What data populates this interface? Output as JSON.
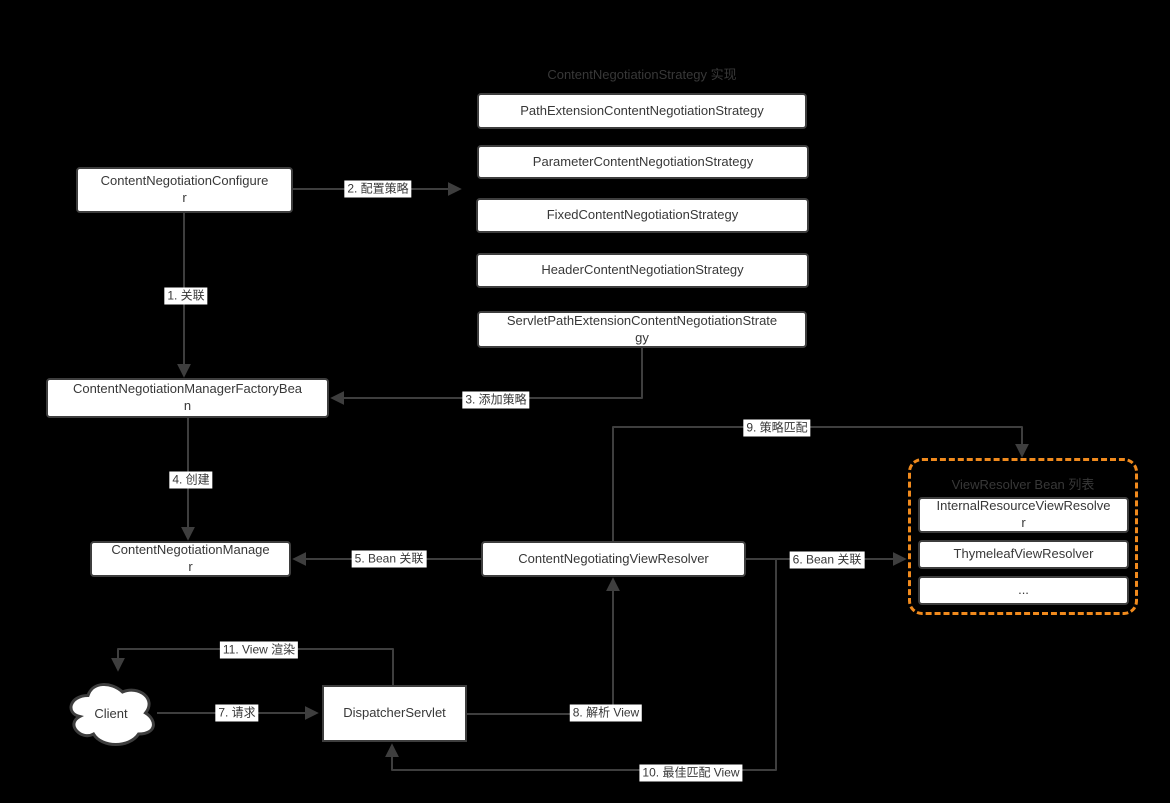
{
  "colors": {
    "background": "#000000",
    "line": "#3e3e3e",
    "node_fill": "#ffffff",
    "node_text": "#383838",
    "group_accent_orange": "#f08a1d"
  },
  "groups": {
    "strategies": {
      "title": "ContentNegotiationStrategy 实现"
    },
    "view_resolvers": {
      "title": "ViewResolver Bean 列表"
    }
  },
  "nodes": {
    "configurer": {
      "label": "ContentNegotiationConfigure\nr"
    },
    "strategy_path_extension": {
      "label": "PathExtensionContentNegotiationStrategy"
    },
    "strategy_parameter": {
      "label": "ParameterContentNegotiationStrategy"
    },
    "strategy_fixed": {
      "label": "FixedContentNegotiationStrategy"
    },
    "strategy_header": {
      "label": "HeaderContentNegotiationStrategy"
    },
    "strategy_servlet_path_extension": {
      "label": "ServletPathExtensionContentNegotiationStrate\ngy"
    },
    "manager_factory_bean": {
      "label": "ContentNegotiationManagerFactoryBea\nn"
    },
    "manager": {
      "label": "ContentNegotiationManage\nr"
    },
    "negotiating_view_resolver": {
      "label": "ContentNegotiatingViewResolver"
    },
    "dispatcher_servlet": {
      "label": "DispatcherServlet"
    },
    "client": {
      "label": "Client"
    },
    "internal_resource_view_resolver": {
      "label": "InternalResourceViewResolve\nr"
    },
    "thymeleaf_view_resolver": {
      "label": "ThymeleafViewResolver"
    },
    "view_resolver_more": {
      "label": "..."
    }
  },
  "edges": {
    "e1": {
      "label": "1. 关联"
    },
    "e2": {
      "label": "2. 配置策略"
    },
    "e3": {
      "label": "3. 添加策略"
    },
    "e4": {
      "label": "4. 创建"
    },
    "e5": {
      "label": "5. Bean 关联"
    },
    "e6": {
      "label": "6. Bean 关联"
    },
    "e7": {
      "label": "7. 请求"
    },
    "e8": {
      "label": "8. 解析 View"
    },
    "e9": {
      "label": "9. 策略匹配"
    },
    "e10": {
      "label": "10. 最佳匹配 View"
    },
    "e11": {
      "label": "11. View 渲染"
    }
  }
}
